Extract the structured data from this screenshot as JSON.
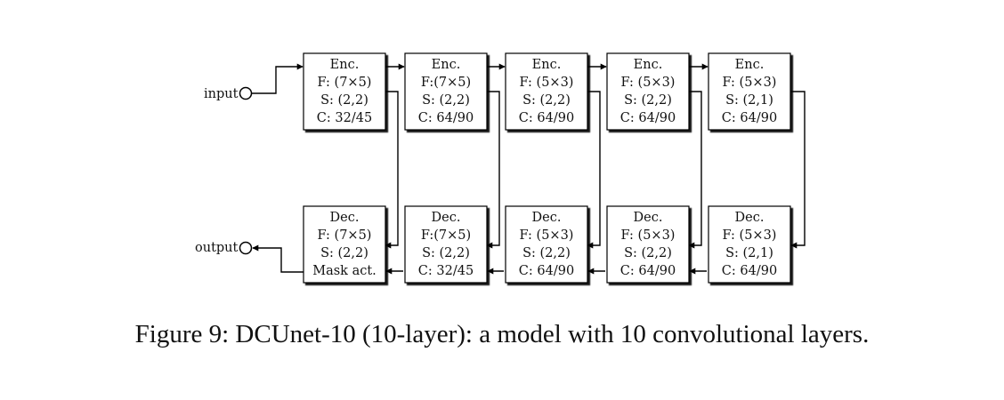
{
  "input_label": "input",
  "output_label": "output",
  "encoders": [
    {
      "title": "Enc.",
      "filter": "F: (7×5)",
      "stride": "S: (2,2)",
      "channels": "C: 32/45"
    },
    {
      "title": "Enc.",
      "filter": "F:(7×5)",
      "stride": "S: (2,2)",
      "channels": "C: 64/90"
    },
    {
      "title": "Enc.",
      "filter": "F: (5×3)",
      "stride": "S: (2,2)",
      "channels": "C: 64/90"
    },
    {
      "title": "Enc.",
      "filter": "F: (5×3)",
      "stride": "S: (2,2)",
      "channels": "C: 64/90"
    },
    {
      "title": "Enc.",
      "filter": "F: (5×3)",
      "stride": "S: (2,1)",
      "channels": "C: 64/90"
    }
  ],
  "decoders": [
    {
      "title": "Dec.",
      "filter": "F: (7×5)",
      "stride": "S: (2,2)",
      "channels": "Mask act."
    },
    {
      "title": "Dec.",
      "filter": "F:(7×5)",
      "stride": "S: (2,2)",
      "channels": "C: 32/45"
    },
    {
      "title": "Dec.",
      "filter": "F: (5×3)",
      "stride": "S: (2,2)",
      "channels": "C: 64/90"
    },
    {
      "title": "Dec.",
      "filter": "F: (5×3)",
      "stride": "S: (2,2)",
      "channels": "C: 64/90"
    },
    {
      "title": "Dec.",
      "filter": "F: (5×3)",
      "stride": "S: (2,1)",
      "channels": "C: 64/90"
    }
  ],
  "caption": "Figure 9: DCUnet-10 (10-layer): a model with 10 convolutional layers."
}
